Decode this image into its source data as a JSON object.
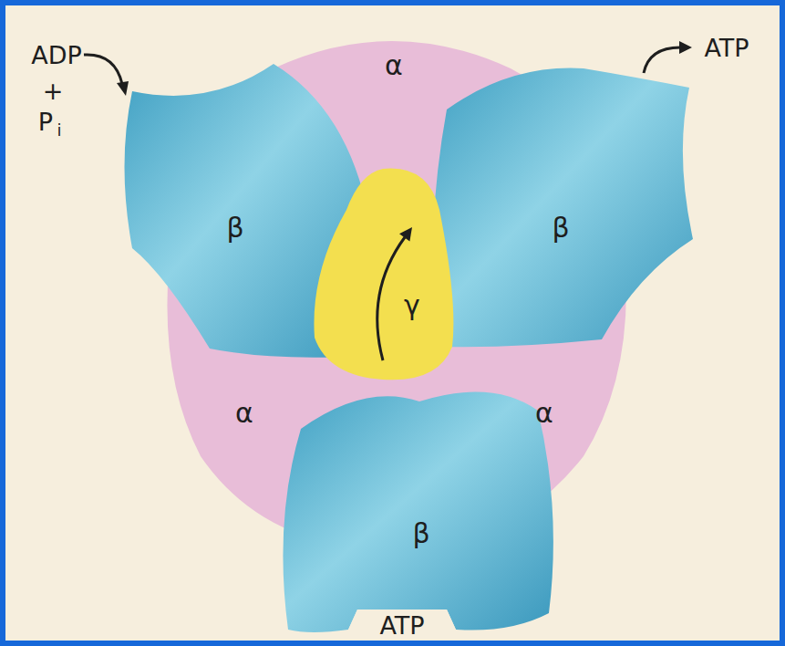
{
  "diagram": {
    "nodes": [
      {
        "text": [
          "α",
          "α",
          "α"
        ]
      },
      {
        "text": [
          "β"
        ],
        "in": 0
      },
      {
        "text": [
          "β"
        ],
        "in": 0
      },
      {
        "text": [
          "γ"
        ],
        "in": 0
      },
      {
        "text": [
          "β",
          "ATP"
        ],
        "in": 0
      }
    ],
    "labels": [
      "ADP",
      "+",
      "P",
      "i",
      "ATP"
    ]
  }
}
